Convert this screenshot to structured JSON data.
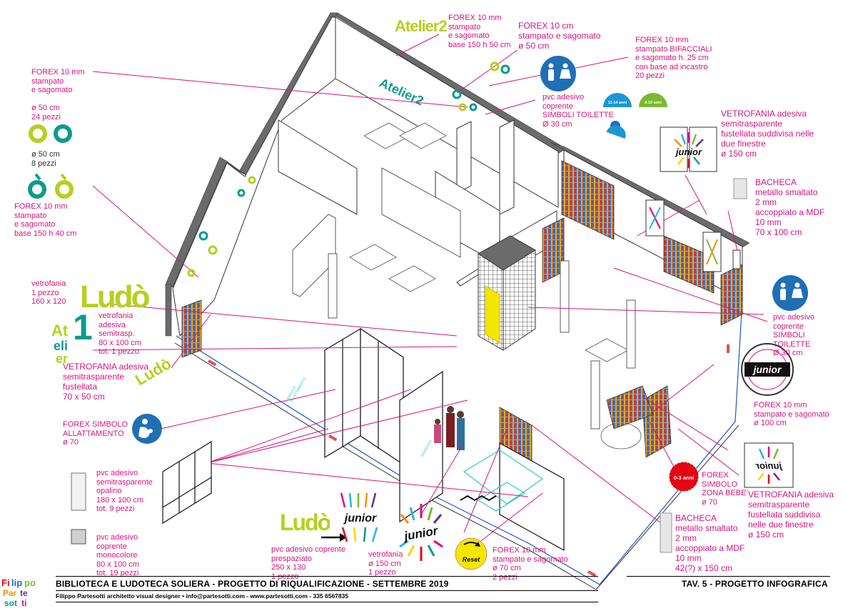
{
  "colors": {
    "accent_magenta": "#d6157c",
    "signage_blue": "#1f6fb5",
    "atelier_lime": "#b7cf1d",
    "atelier_teal": "#0e9a8c",
    "wall_gray": "#6b6b6b",
    "highlight_yellow": "#f3e600",
    "floor_cyan": "#34c6d3"
  },
  "icons": [
    "toilet-symbol-icon",
    "breastfeeding-symbol-icon",
    "baby-zone-badge-icon",
    "reset-circle-icon",
    "age-badge-icon",
    "junior-star-logo-icon"
  ],
  "logos": {
    "atelier2_a": "Atelier2",
    "atelier2_b": "Atelier2",
    "atelier1": "Atelier1",
    "ludo_big": "Ludò",
    "ludo_small": "Ludò",
    "ludo_bottom": "Ludò",
    "junior": "junior",
    "junior_bottom": "junior",
    "junior_vortex": "junior",
    "junior_mirror": "junior",
    "reset": "Reset",
    "badge_11_14": "11-14 anni",
    "badge_8_10": "8-10 anni",
    "badge_0_3": "0-3 anni"
  },
  "annotations": {
    "forex_10mm_atelier2": "FOREX 10 mm\nstampato\ne sagomato\nbase 150 h 50 cm",
    "forex_10cm_toilet": "FOREX 10 cm\nstampato e sagomato\nø 50 cm",
    "forex_bifacciali": "FOREX 10 mm\nstampato BIFACCIALI\ne sagomato h. 25 cm\ncon base ad incastro\n20 pezzi",
    "forex_circles_24": "FOREX 10 mm\nstampato\ne sagomato\n\nø 50 cm\n24 pezzi",
    "circles_8": "ø 50 cm\n8 pezzi",
    "forex_base_150_40": "FOREX 10 mm\nstampato\ne sagomato\nbase 150 h 40 cm",
    "pvc_toilet_top": "pvc adesivo\ncoprente\nSIMBOLI TOILETTE\nØ 30 cm",
    "vetrofania_junior_top": "VETROFANIA adesiva\nsemitrasparente\nfustellata suddivisa nelle\ndue finestre\nø 150 cm",
    "bacheca_top": "BACHECA\nmetallo smaltato\n2 mm\naccoppiato a MDF\n10 mm\n70 x 100 cm",
    "vetrofania_ludo": "vetrofania\n1 pezzo\n160 x 120",
    "vetrofania_atelier1": "vetrofania\nadesiva\nsemitrasp.\n80 x 100 cm\ntot. 1 pezzo",
    "vetrofania_70x50": "VETROFANIA adesiva\nsemitrasparente\nfustellata\n70 x 50 cm",
    "forex_allattamento": "FOREX SIMBOLO\nALLATTAMENTO\nø 70",
    "pvc_toilet_right": "pvc adesivo\ncoprente\nSIMBOLI TOILETTE\nØ 30 cm",
    "forex_junior_100": "FOREX  10 mm\nstampato e sagomato\nø 100 cm",
    "forex_zona_bebe": "FOREX\nSIMBOLO\nZONA BEBE'\nø 70",
    "vetrofania_junior_right": "VETROFANIA adesiva\nsemitrasparente\nfustellata suddivisa\nnelle due finestre\nø 150 cm",
    "bacheca_bottom": "BACHECA\nmetallo smaltato\n2 mm\naccoppiato a MDF\n10 mm\n42(?) x 150 cm",
    "pvc_opalino": "pvc adesivo\nsemitrasparente\nopalino\n180 x 100 cm\ntot. 9 pezzi",
    "pvc_monocolore": "pvc adesivo\ncoprente\nmonocolore\n80 x 100 cm\ntot. 19 pezzi",
    "pvc_prespaziato": "pvc adesivo coprente\nprespaziato\n250 x 130\n1 pezzo",
    "vetrofania_150": "vetrofania\nø 150 cm\n1 pezzo",
    "forex_70cm": "FOREX 10 mm\nstampato e sagomato\nø 70 cm\n2 pezzi"
  },
  "plan_labels": {
    "angolo_allattamento": "ANGOLO\nALLATTAMENTO",
    "ingresso": "INGRESSO"
  },
  "footer": {
    "title": "BIBLIOTECA E LUDOTECA SOLIERA  - PROGETTO DI RIQUALIFICAZIONE - SETTEMBRE 2019",
    "sheet": "TAV. 5 - PROGETTO INFOGRAFICA",
    "credit": "Filippo Partesotti architetto visual designer • info@partesotti.com - www.partesotti.com - 335 6567835",
    "brand": "Filippo Partesotti"
  }
}
